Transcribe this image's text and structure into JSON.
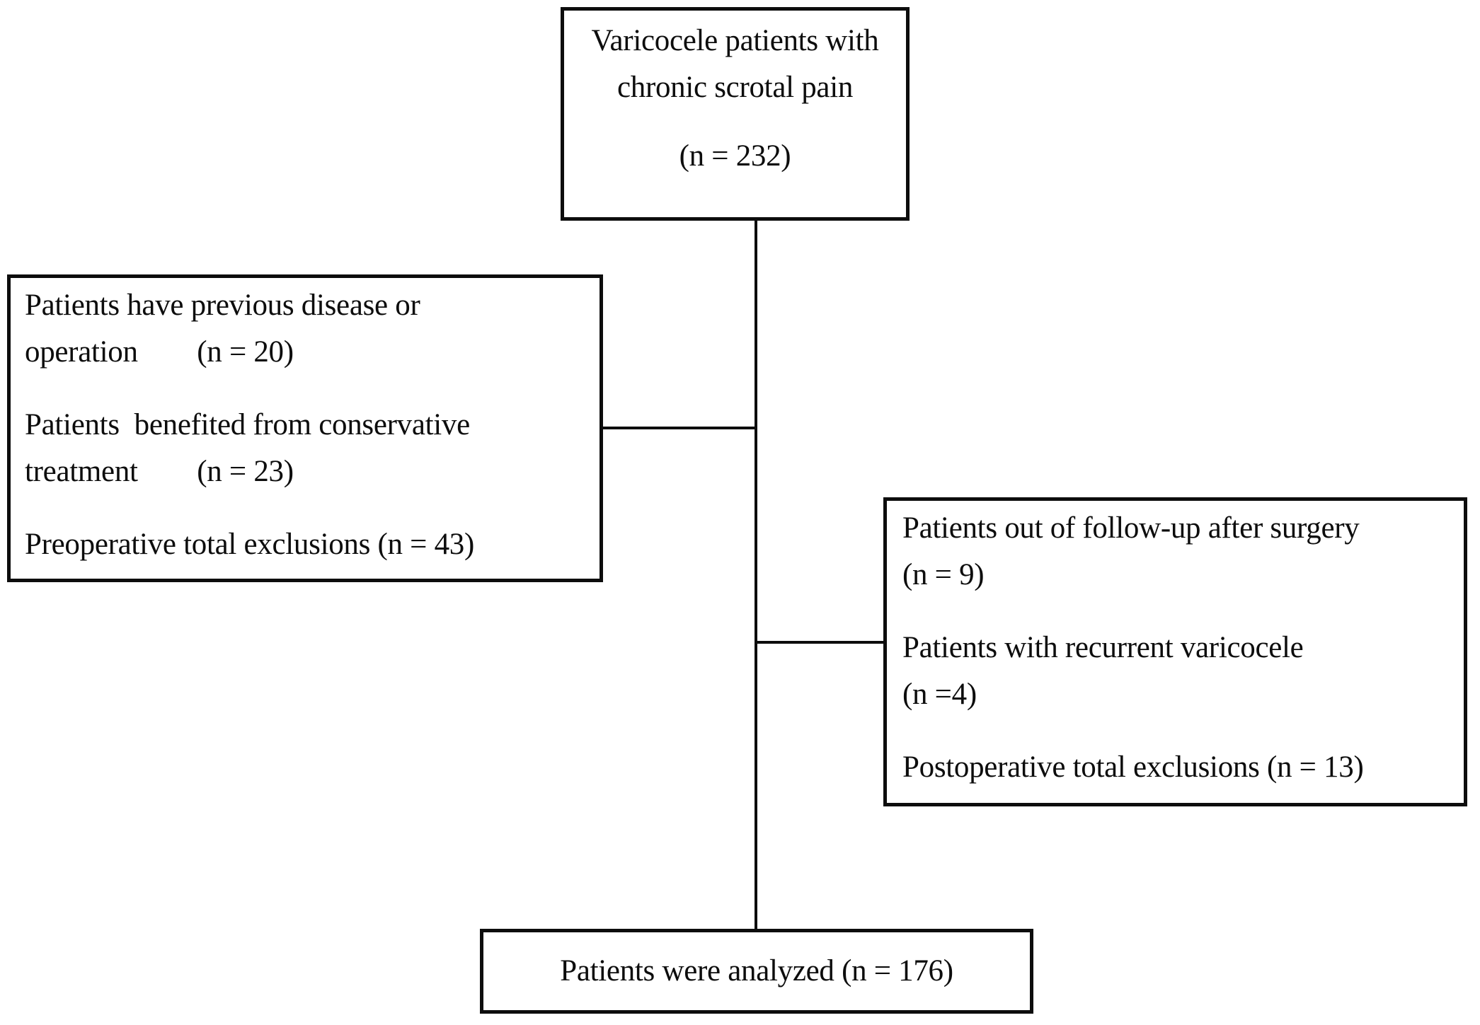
{
  "flowchart": {
    "top_box": {
      "lines": [
        "Varicocele patients with",
        "chronic scrotal pain"
      ],
      "count": "(n = 232)"
    },
    "left_box": {
      "p1": [
        "Patients have previous disease or",
        "operation        (n = 20)"
      ],
      "p2": [
        "Patients  benefited from conservative",
        "treatment        (n = 23)"
      ],
      "p3": [
        "Preoperative total exclusions (n = 43)"
      ]
    },
    "right_box": {
      "p1": [
        "Patients out of follow-up after surgery",
        "(n = 9)"
      ],
      "p2": [
        "Patients with recurrent varicocele",
        "(n =4)"
      ],
      "p3": [
        "Postoperative total exclusions (n = 13)"
      ]
    },
    "bottom_box": {
      "text": "Patients were analyzed (n = 176)"
    },
    "counts": {
      "enrolled": 232,
      "previous_disease_or_operation": 20,
      "benefited_conservative_treatment": 23,
      "preoperative_total_exclusions": 43,
      "out_of_followup_after_surgery": 9,
      "recurrent_varicocele": 4,
      "postoperative_total_exclusions": 13,
      "analyzed": 176
    },
    "ink_color": "#0d0d0d",
    "background_color": "#ffffff"
  }
}
